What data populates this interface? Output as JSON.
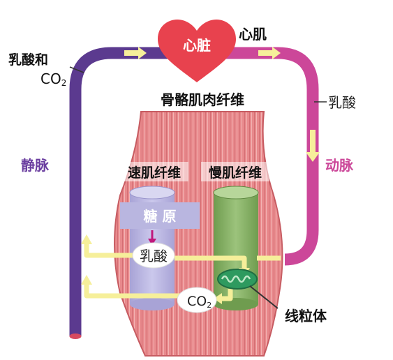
{
  "heart": {
    "label": "心脏",
    "color": "#e8424e"
  },
  "labels": {
    "cardiac_muscle": "心肌",
    "lactate_co2_prefix": "乳酸和",
    "co2_main": "CO",
    "co2_sub": "2",
    "lactate_right": "乳酸",
    "vein": "静脉",
    "artery": "动脉",
    "skeletal_fiber": "骨骼肌肉纤维",
    "fast_fiber": "速肌纤维",
    "slow_fiber": "慢肌纤维",
    "glycogen": "糖 原",
    "lactate_center": "乳酸",
    "co2_center_main": "CO",
    "co2_center_sub": "2",
    "mitochondria": "线粒体"
  },
  "colors": {
    "vein": "#5b3a8f",
    "artery": "#cc4799",
    "vein_text": "#6b3fa0",
    "artery_text": "#cc4799",
    "muscle": "#e7868a",
    "fast_fiber": "#b7b3de",
    "slow_fiber": "#86b066",
    "arrow": "#f6ef9a",
    "glycogen_box": "#b9b6e0"
  }
}
